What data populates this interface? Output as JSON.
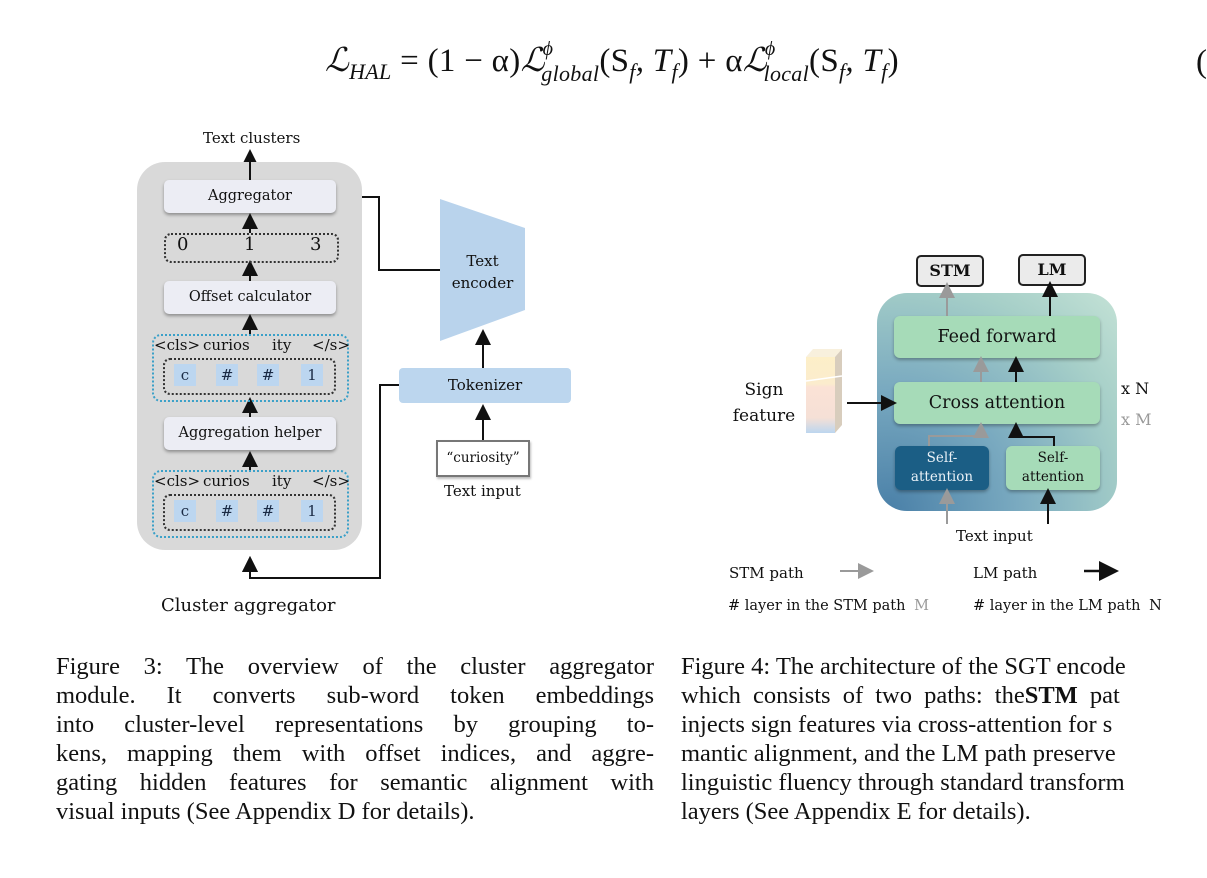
{
  "equation": {
    "lhs_symbol": "ℒ",
    "lhs_subscript": "HAL",
    "rhs_part1": "= (1 − α)",
    "global_symbol": "ℒ",
    "global_superscript": "ϕ",
    "global_subscript": "global",
    "global_args": "(S",
    "args_sub_f": "f",
    "args_mid": ", T",
    "args_close": ")",
    "plus_alpha": " + α",
    "local_symbol": "ℒ",
    "local_superscript": "ϕ",
    "local_subscript": "local",
    "number_partial": "("
  },
  "figure3": {
    "output_label": "Text clusters",
    "aggregator": "Aggregator",
    "offsets": [
      "0",
      "1",
      "3"
    ],
    "offset_calculator": "Offset calculator",
    "tokens": [
      "<cls>",
      "curios",
      "ity",
      "</s>"
    ],
    "token_ids": [
      "c",
      "#",
      "#",
      "1"
    ],
    "aggregation_helper": "Aggregation helper",
    "text_encoder_line1": "Text",
    "text_encoder_line2": "encoder",
    "tokenizer": "Tokenizer",
    "text_input_value": "“curiosity”",
    "text_input_label": "Text input",
    "module_label": "Cluster aggregator",
    "colors": {
      "panel": "#d9d9d9",
      "box": "#ecedf4",
      "encoder": "#b9d3ec",
      "token_chip": "#bcd6f0",
      "dotted_blue": "#3aa0c8"
    }
  },
  "figure4": {
    "output_stm": "STM",
    "output_lm": "LM",
    "feed_forward": "Feed forward",
    "cross_attention": "Cross attention",
    "self_attention_line1": "Self-",
    "self_attention_line2": "attention",
    "sign_feature_line1": "Sign",
    "sign_feature_line2": "feature",
    "repeat_n": "x N",
    "repeat_m": "x M",
    "text_input_label": "Text input",
    "legend": {
      "stm_path": "STM path",
      "lm_path": "LM path",
      "stm_layers": "# layer in the STM path",
      "stm_layers_symbol": "M",
      "lm_layers": "# layer in the LM path",
      "lm_layers_symbol": "N"
    },
    "colors": {
      "block": "#a6dbb8",
      "stm_self_attention": "#1b5e85",
      "stm_arrow": "#9a9a9a",
      "lm_arrow": "#111111"
    }
  },
  "captions": {
    "figure3": [
      "Figure 3: The overview of the cluster aggregator",
      "module. It converts sub-word token embeddings",
      "into cluster-level representations by grouping to-",
      "kens, mapping them with offset indices, and aggre-",
      "gating hidden features for semantic alignment with",
      "visual inputs (See Appendix D for details)."
    ],
    "figure4": {
      "line1": "Figure 4: The architecture of the SGT encode",
      "line2_pre": "which consists of two paths: the",
      "line2_bold": "STM",
      "line2_post": " pat",
      "line3": "injects sign features via cross-attention for s",
      "line4": "mantic alignment, and the LM path preserve",
      "line5": "linguistic fluency through standard transform",
      "line6": "layers (See Appendix E for details)."
    }
  }
}
